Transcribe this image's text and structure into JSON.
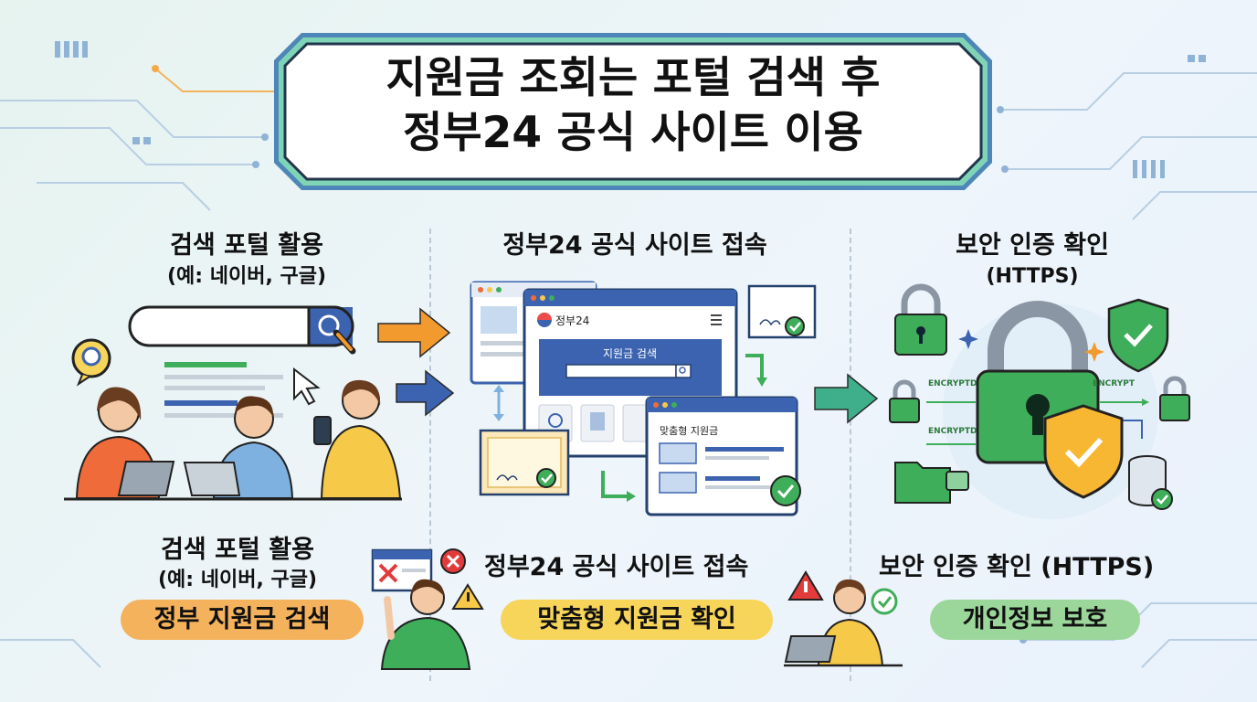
{
  "title": {
    "line1": "지원금 조회는 포털 검색 후",
    "line2": "정부24 공식 사이트 이용"
  },
  "top_labels": {
    "col1_line1": "검색 포털 활용",
    "col1_line2": "(예: 네이버, 구글)",
    "col2": "정부24 공식 사이트 접속",
    "col3_line1": "보안 인증 확인",
    "col3_line2": "(HTTPS)"
  },
  "mockup": {
    "brand": "정부24",
    "search_title": "지원금 검색",
    "card_title": "맞춤형 지원금"
  },
  "security": {
    "tag1": "ENCRYPTD",
    "tag2": "ENCRYPT",
    "tag3": "ENCRYPTD"
  },
  "bottom": {
    "col1_line1": "검색 포털 활용",
    "col1_line2": "(예: 네이버, 구글)",
    "col1_pill": "정부 지원금 검색",
    "col2_heading": "정부24 공식 사이트 접속",
    "col2_pill": "맞춤형 지원금 확인",
    "col3_heading": "보안 인증 확인 (HTTPS)",
    "col3_pill": "개인정보 보호"
  },
  "colors": {
    "pill_orange": "#f4b25c",
    "pill_yellow": "#f7d45a",
    "pill_green": "#9bd69a",
    "accent_blue": "#3c63b0",
    "accent_green": "#3fae5a",
    "accent_orange": "#f39a2e"
  }
}
